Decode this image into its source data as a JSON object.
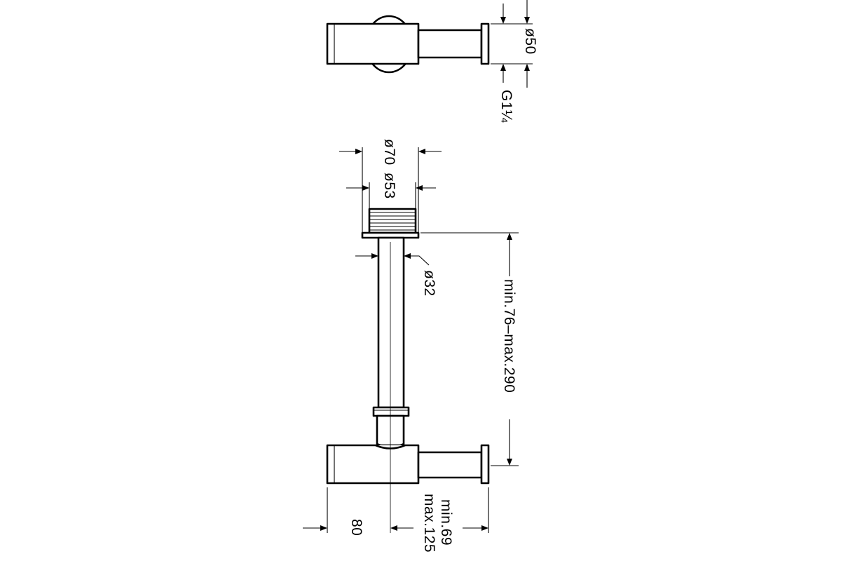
{
  "dimensions": {
    "top_diameter": "ø50",
    "thread": "G1¼",
    "outer_diameter": "ø70",
    "inner_diameter": "ø53",
    "pipe_diameter": "ø32",
    "height_range": "min.76–max.290",
    "depth": "80",
    "projection_min": "min.69",
    "projection_max": "max.125"
  },
  "colors": {
    "line": "#000000",
    "background": "#ffffff"
  }
}
